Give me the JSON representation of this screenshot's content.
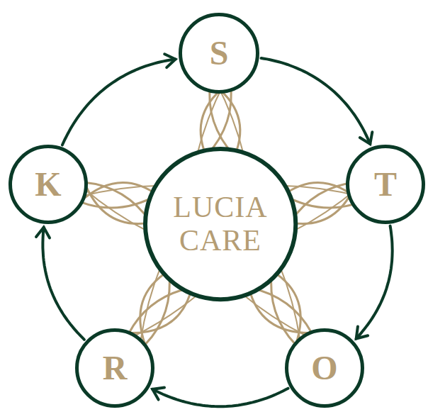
{
  "diagram": {
    "nodes": [
      {
        "text": [
          "S"
        ]
      },
      {
        "text": [
          "T"
        ]
      },
      {
        "text": [
          "O"
        ]
      },
      {
        "text": [
          "R"
        ]
      },
      {
        "text": [
          "K"
        ]
      },
      {
        "text": [
          "LUCIA CARE"
        ]
      }
    ],
    "edges": [
      {
        "from": 0,
        "to": 1,
        "arrow": "to"
      },
      {
        "from": 1,
        "to": 2,
        "arrow": "to"
      },
      {
        "from": 2,
        "to": 3,
        "arrow": "to"
      },
      {
        "from": 3,
        "to": 4,
        "arrow": "to"
      },
      {
        "from": 4,
        "to": 0,
        "arrow": "to"
      }
    ]
  }
}
